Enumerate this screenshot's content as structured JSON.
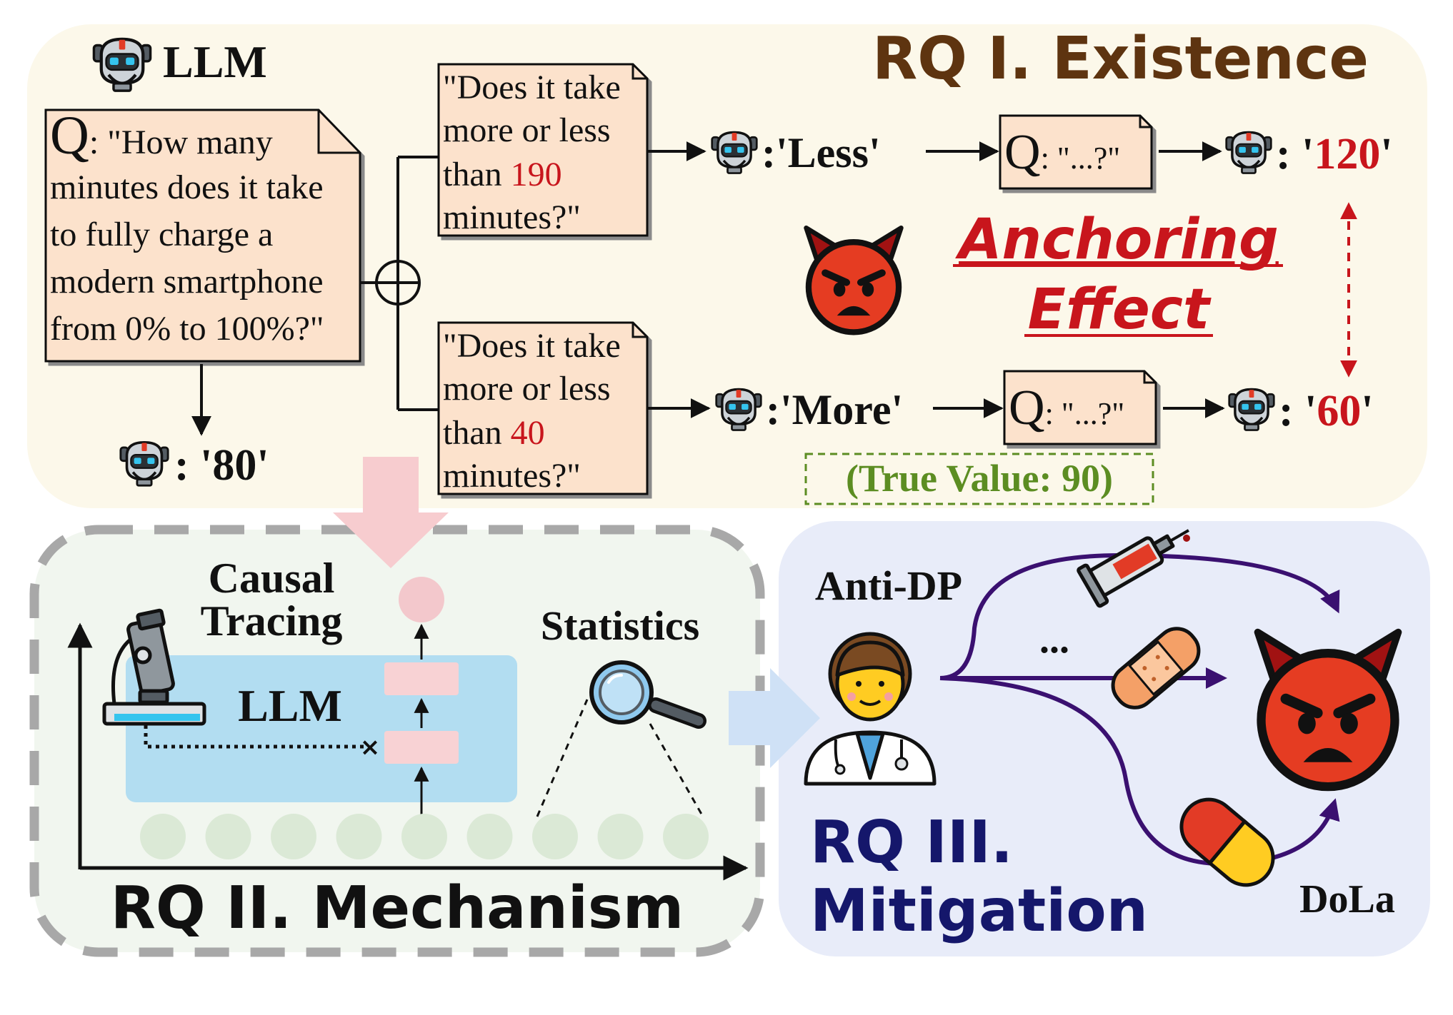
{
  "colors": {
    "panel_existence": "#fcf8ea",
    "panel_mechanism": "#f1f6ef",
    "panel_mitigation": "#e8ecf9",
    "note_fill": "#fce2cc",
    "title_brown": "#5e3410",
    "anchor_red": "#c8151c",
    "true_value_green": "#5c8d22",
    "mitigation_navy": "#15176b",
    "arrow_purple": "#3a1070",
    "llm_block": "#b2ddf1",
    "layer_pink": "#f8d2d4",
    "token_green": "#dbe9d6"
  },
  "existence": {
    "title": "RQ I. Existence",
    "llm_label": "LLM",
    "question": {
      "q_letter": "Q",
      "lines": [
        ": \"How many",
        "minutes does it take",
        "to fully charge a",
        "modern smartphone",
        "from 0% to 100%?\""
      ]
    },
    "baseline_answer": ": '80'",
    "prompt_high": {
      "line1": "\"Does it take",
      "line2": "more or less",
      "line3_prefix": "than ",
      "anchor": "190",
      "line4": "minutes?\""
    },
    "prompt_low": {
      "line1": "\"Does it take",
      "line2": "more or less",
      "line3_prefix": "than ",
      "anchor": "40",
      "line4": "minutes?\""
    },
    "answer_high": ":'Less'",
    "answer_low": ":'More'",
    "followup_q_letter": "Q",
    "followup_q_text": ": \"...?\"",
    "final_high_prefix": ": '",
    "final_high_value": "120",
    "final_high_suffix": "'",
    "final_low_prefix": ": '",
    "final_low_value": "60",
    "final_low_suffix": "'",
    "effect_line1": "Anchoring",
    "effect_line2": "Effect",
    "true_value": "(True Value: 90)",
    "icons": [
      "robot-icon",
      "angry-devil-icon",
      "xor-icon"
    ]
  },
  "mechanism": {
    "title": "RQ II. Mechanism",
    "causal_line1": "Causal",
    "causal_line2": "Tracing",
    "llm_label": "LLM",
    "statistics_label": "Statistics",
    "token_count": 9,
    "icons": [
      "microscope-icon",
      "magnifier-icon"
    ]
  },
  "mitigation": {
    "title_line1": "RQ III.",
    "title_line2": "Mitigation",
    "anti_dp": "Anti-DP",
    "ellipsis": "...",
    "dola": "DoLa",
    "icons": [
      "doctor-icon",
      "syringe-icon",
      "bandage-icon",
      "pill-icon",
      "angry-devil-icon"
    ]
  }
}
